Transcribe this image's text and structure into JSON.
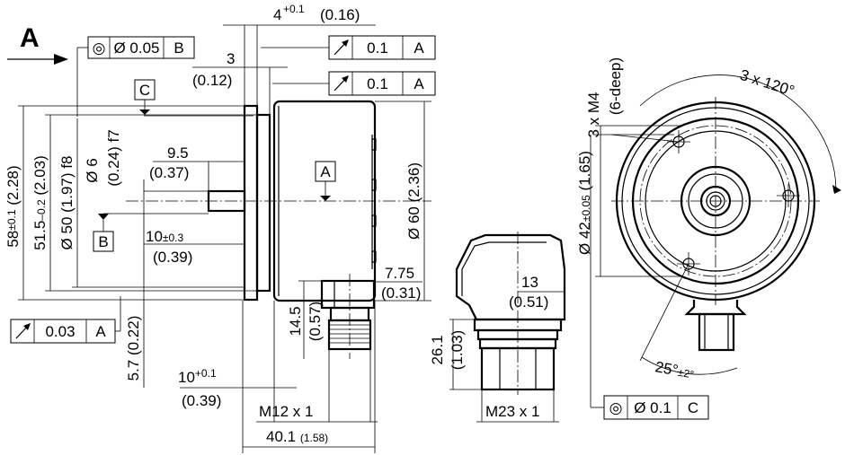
{
  "view_label": "A",
  "datum_labels": {
    "c": "C",
    "b": "B",
    "a_side": "A"
  },
  "fcf": {
    "concentricity_b": {
      "symbol": "◎",
      "value": "Ø 0.05",
      "datum": "B"
    },
    "runout_a_1": {
      "value": "0.1",
      "datum": "A"
    },
    "runout_a_2": {
      "value": "0.1",
      "datum": "A"
    },
    "runout_a_3": {
      "value": "0.03",
      "datum": "A"
    },
    "concentricity_c": {
      "symbol": "◎",
      "value": "Ø 0.1",
      "datum": "C"
    }
  },
  "dims": {
    "d4_main": "4",
    "d4_tol": "+0.1",
    "d4_in": "(0.16)",
    "d3": "3",
    "d3_in": "(0.12)",
    "d58": "58",
    "d58_tol": "±0.1",
    "d58_in": "(2.28)",
    "d51_5": "51.5",
    "d51_5_tol": "–0.2",
    "d51_5_in": "(2.03)",
    "d50": "Ø 50 (1.97) f8",
    "d6_main": "Ø 6",
    "d6_in": "(0.24) f7",
    "d9_5": "9.5",
    "d9_5_in": "(0.37)",
    "d10a": "10",
    "d10a_tol": "±0.3",
    "d10a_in": "(0.39)",
    "d60": "Ø 60 (2.36)",
    "d7_75": "7.75",
    "d7_75_in": "(0.31)",
    "d14_5": "14.5",
    "d14_5_in": "(0.57)",
    "d5_7": "5.7 (0.22)",
    "d10b": "10",
    "d10b_tol": "+0.1",
    "d10b_in": "(0.39)",
    "m12": "M12 x 1",
    "d40_1": "40.1",
    "d40_1_in": "(1.58)",
    "d13": "13",
    "d13_in": "(0.51)",
    "d26_1": "26.1",
    "d26_1_in": "(1.03)",
    "m23": "M23 x 1",
    "m4_main": "3 x M4",
    "m4_deep": "(6-deep)",
    "d42_main": "Ø 42",
    "d42_tol": "±0.05",
    "d42_in": "(1.65)",
    "angle120": "3 x 120°",
    "angle25": "25°",
    "angle25_tol": "±2°"
  }
}
